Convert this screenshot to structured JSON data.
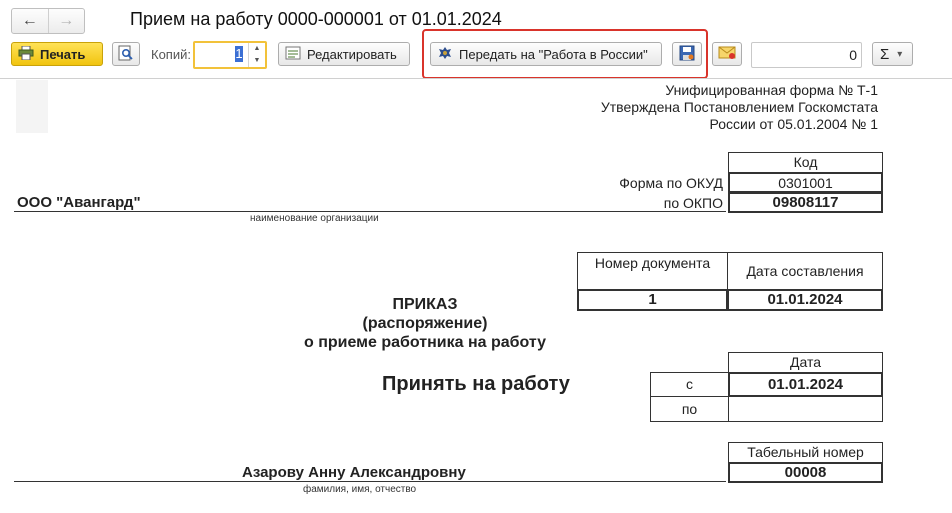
{
  "window": {
    "title": "Прием на работу 0000-000001 от 01.01.2024"
  },
  "nav": {
    "back_icon": "←",
    "forward_icon": "→"
  },
  "toolbar": {
    "print_label": "Печать",
    "copies_label": "Копий:",
    "copies_value": "1",
    "edit_label": "Редактировать",
    "send_label": "Передать на \"Работа в России\"",
    "sum_value": "0",
    "sigma_label": "Σ",
    "dropdown_icon": "▾"
  },
  "form": {
    "header_line1": "Унифицированная форма № Т-1",
    "header_line2": "Утверждена Постановлением Госкомстата",
    "header_line3": "России от 05.01.2004 № 1",
    "code_header": "Код",
    "okud_label": "Форма по ОКУД",
    "okud_value": "0301001",
    "okpo_label": "по ОКПО",
    "okpo_value": "09808117",
    "org_name": "ООО \"Авангард\"",
    "org_caption": "наименование организации",
    "doc_number_header": "Номер документа",
    "doc_date_header": "Дата составления",
    "doc_number": "1",
    "doc_date": "01.01.2024",
    "order_title1": "ПРИКАЗ",
    "order_title2": "(распоряжение)",
    "order_title3": "о приеме работника на работу",
    "hire_label": "Принять на работу",
    "date_header": "Дата",
    "from_label": "с",
    "from_value": "01.01.2024",
    "to_label": "по",
    "to_value": "",
    "tab_header": "Табельный номер",
    "tab_value": "00008",
    "employee_name": "Азарову Анну Александровну",
    "employee_caption": "фамилия, имя, отчество"
  }
}
